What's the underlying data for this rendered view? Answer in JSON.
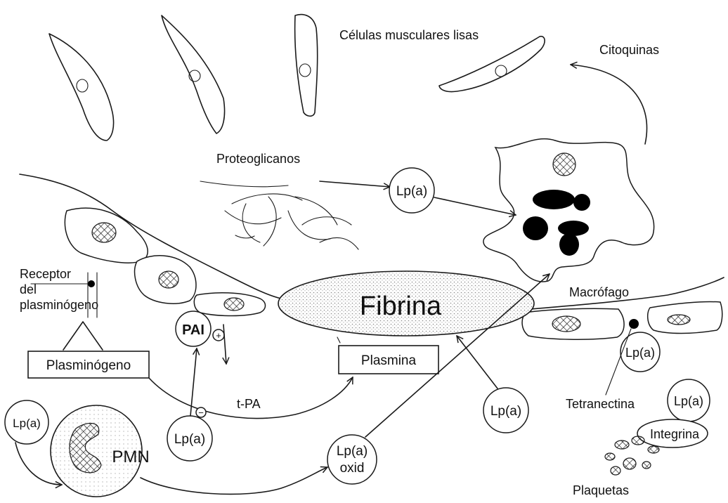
{
  "labels": {
    "smooth_muscle": "Células musculares lisas",
    "cytokines": "Citoquinas",
    "proteoglycans": "Proteoglicanos",
    "macrophage": "Macrófago",
    "fibrin": "Fibrina",
    "plasminogen_receptor": [
      "Receptor",
      "del",
      "plasminógeno"
    ],
    "plasminogen": "Plasminógeno",
    "plasmin": "Plasmina",
    "pai": "PAI",
    "pai_sign": "+",
    "lpa_sign": "−",
    "tpa": "t-PA",
    "pmn": "PMN",
    "tetranectin": "Tetranectina",
    "integrin": "Integrina",
    "platelets": "Plaquetas"
  },
  "lpa_circles": {
    "proteoglycan": "Lp(a)",
    "endothelial": "Lp(a)",
    "integrin": "Lp(a)",
    "fibrin_below": "Lp(a)",
    "pai": "Lp(a)",
    "pmn_left": "Lp(a)",
    "oxidized": [
      "Lp(a)",
      "oxid"
    ]
  },
  "colors": {
    "ink": "#1a1a1a",
    "background": "#ffffff",
    "fibrin_stipple": "#8a8a8a"
  }
}
